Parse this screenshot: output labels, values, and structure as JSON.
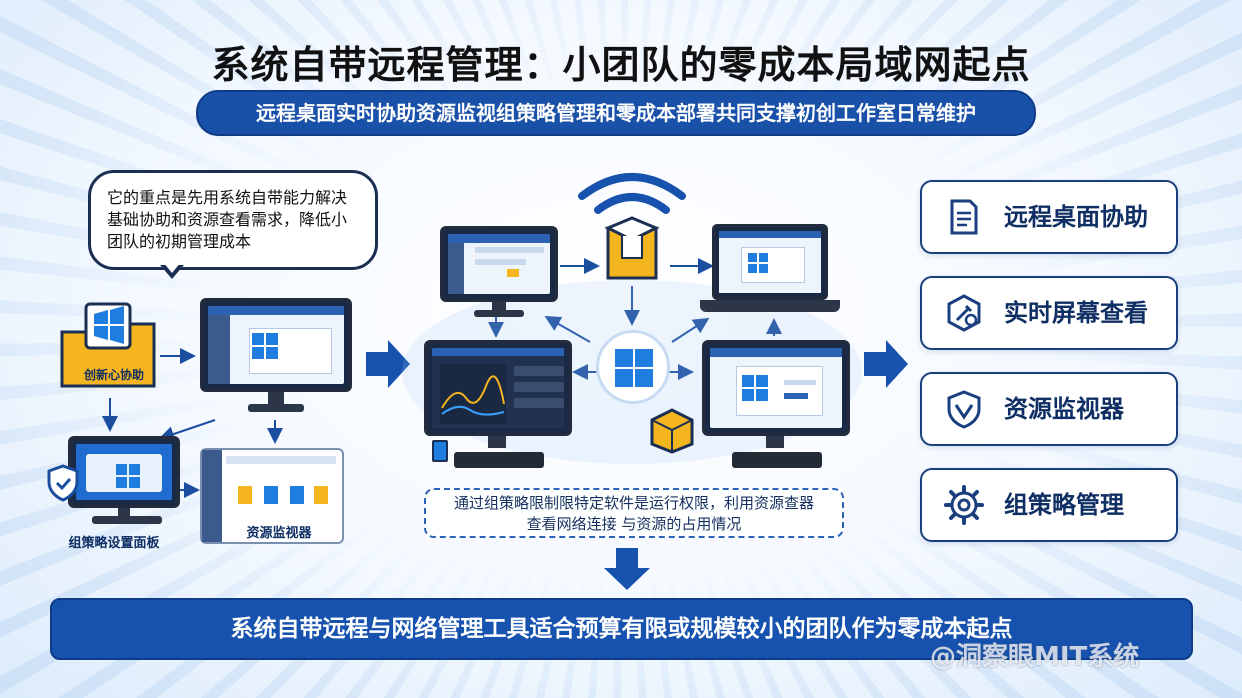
{
  "title": "系统自带远程管理：小团队的零成本局域网起点",
  "subtitle": "远程桌面实时协助资源监视组策略管理和零成本部署共同支撑初创工作室日常维护",
  "bubble_text": "它的重点是先用系统自带能力解决基础协助和资源查看需求，降低小团队的初期管理成本",
  "left_labels": {
    "folder": "创新心协助",
    "panel": "组策略设置面板",
    "monitor": "资源监视器"
  },
  "right_features": [
    {
      "label": "远程桌面协助",
      "icon": "document-icon"
    },
    {
      "label": "实时屏幕查看",
      "icon": "tools-icon"
    },
    {
      "label": "资源监视器",
      "icon": "shield-icon"
    },
    {
      "label": "组策略管理",
      "icon": "gear-icon"
    }
  ],
  "center_note_line1": "通过组策略限制限特定软件是运行权限，利用资源查器",
  "center_note_line2": "查看网络连接 与资源的占用情况",
  "bottom_text": "系统自带远程与网络管理工具适合预算有限或规模较小的团队作为零成本起点",
  "watermark": "@洞察眼MIT系统",
  "colors": {
    "primary": "#1652ae",
    "accent": "#f0b323",
    "dark": "#1b2f52"
  }
}
